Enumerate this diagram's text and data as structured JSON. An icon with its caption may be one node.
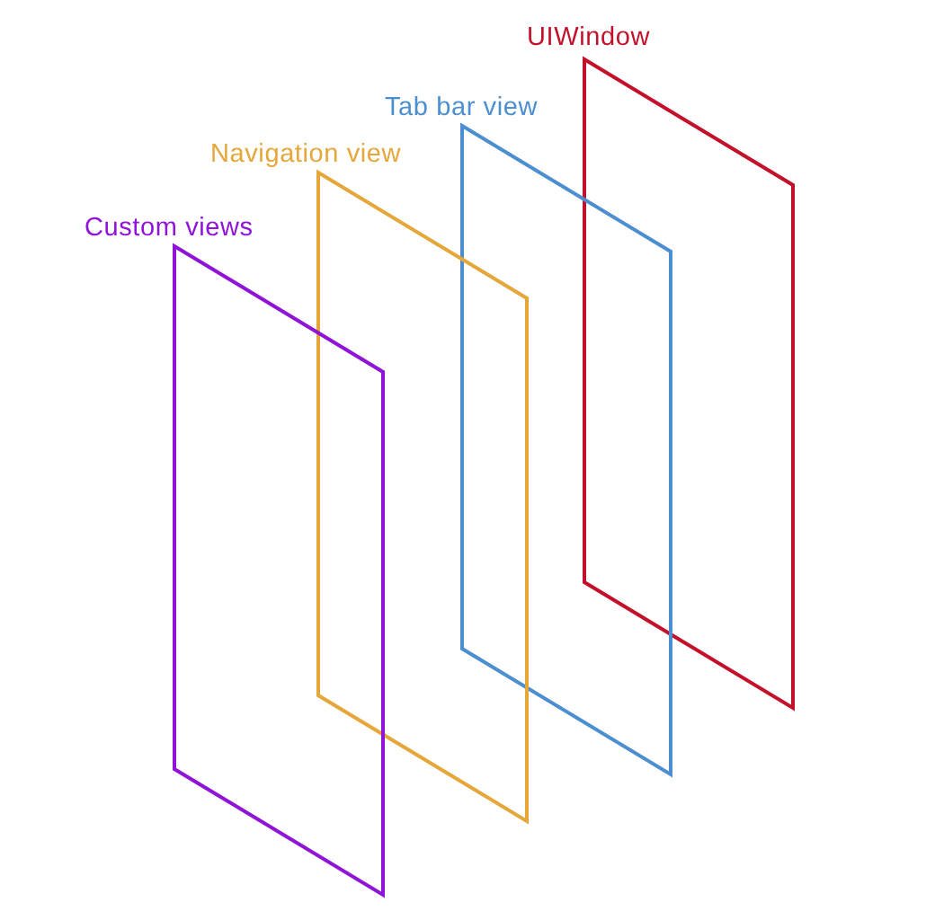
{
  "diagram": {
    "nodes": [
      {
        "text": [
          "Custom views"
        ]
      },
      {
        "text": [
          "Navigation view"
        ]
      },
      {
        "text": [
          "Tab bar view"
        ]
      },
      {
        "text": [
          "UIWindow"
        ]
      }
    ]
  }
}
